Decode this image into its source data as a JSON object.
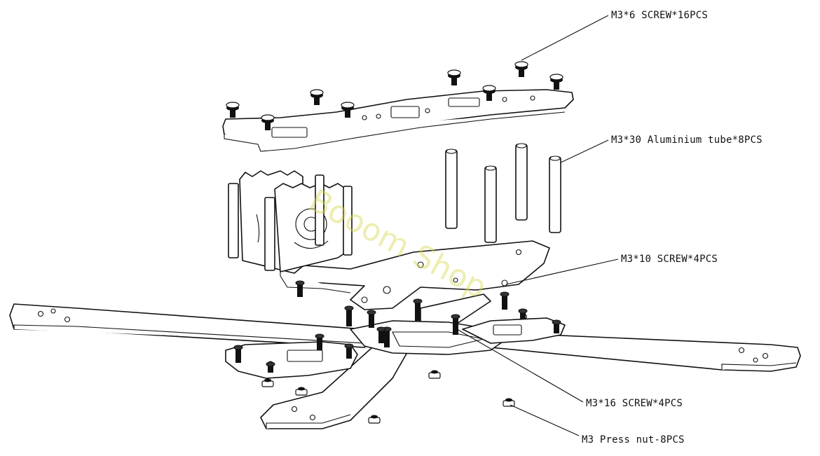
{
  "labels": {
    "screw_m3x6": "M3*6 SCREW*16PCS",
    "tube_m3x30": "M3*30 Aluminium tube*8PCS",
    "screw_m3x10": "M3*10 SCREW*4PCS",
    "screw_m3x16": "M3*16 SCREW*4PCS",
    "press_nut": "M3 Press nut-8PCS"
  },
  "watermark": "Booom Shop",
  "colors": {
    "line": "#111111",
    "paper": "#ffffff",
    "watermark": "#d6d650"
  }
}
